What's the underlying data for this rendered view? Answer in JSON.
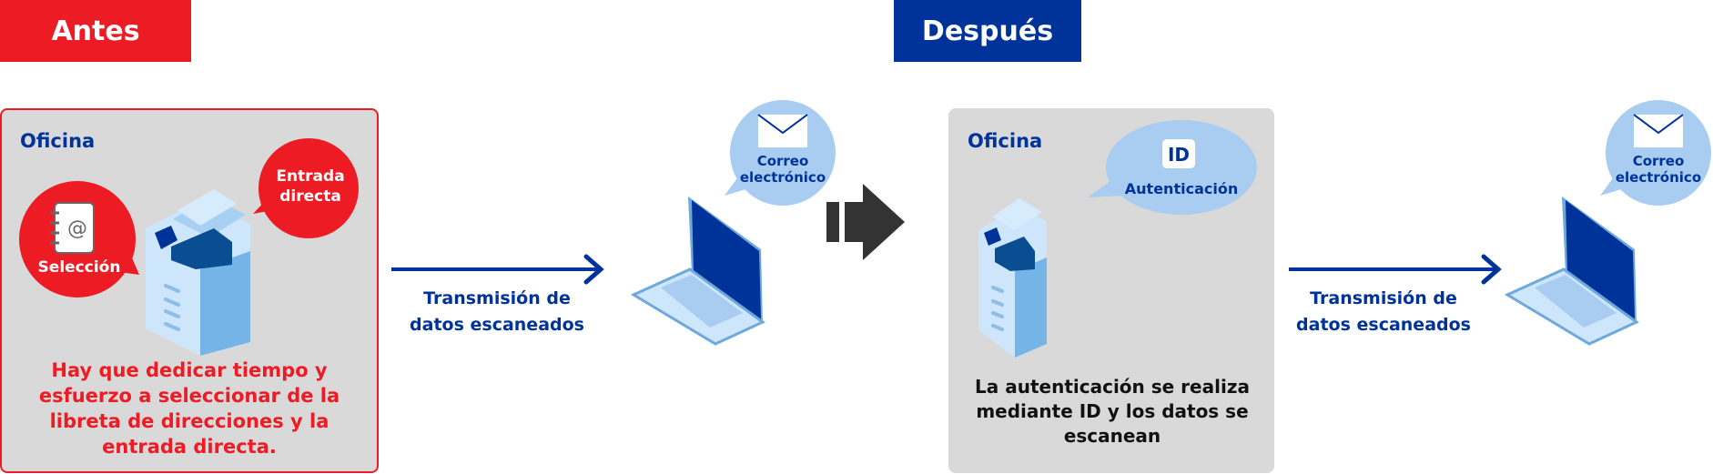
{
  "before": {
    "tag": "Antes",
    "office": "Oficina",
    "bubble_direct": "Entrada\ndirecta",
    "bubble_select": "Selección",
    "note": "Hay que dedicar tiempo y esfuerzo a seleccionar de la libreta de direcciones y la entrada directa.",
    "arrow_label_1": "Transmisión de",
    "arrow_label_2": "datos escaneados",
    "email": "Correo\nelectrónico"
  },
  "after": {
    "tag": "Después",
    "office": "Oficina",
    "id_badge": "ID",
    "auth": "Autenticación",
    "note": "La autenticación se realiza mediante ID y los datos se escanean",
    "arrow_label_1": "Transmisión de",
    "arrow_label_2": "datos escaneados",
    "email": "Correo\nelectrónico"
  },
  "colors": {
    "red": "#ed1c24",
    "navy": "#003399",
    "gray": "#d9d9d9",
    "lightblue": "#a8cdf0"
  }
}
